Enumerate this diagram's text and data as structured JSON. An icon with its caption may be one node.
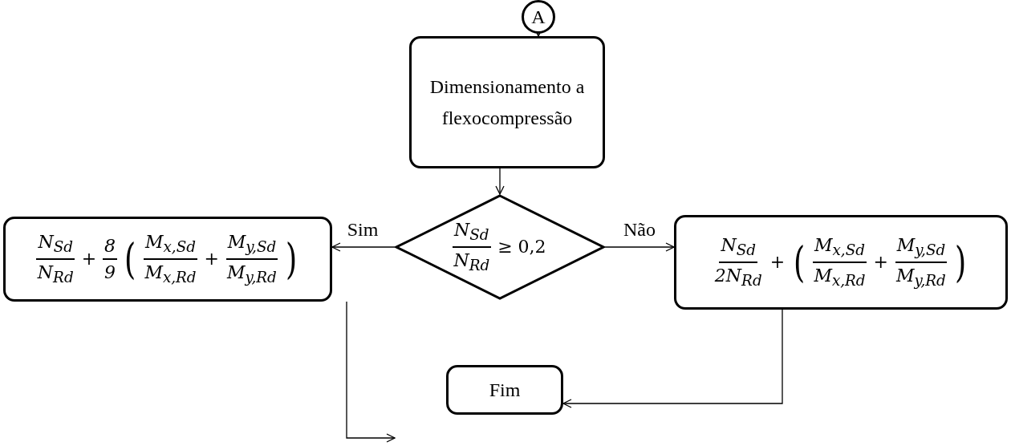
{
  "diagram": {
    "nodes": [
      {
        "text": [
          "A"
        ]
      },
      {
        "text": [
          "Dimensionamento a flexocompressão"
        ]
      },
      {
        "text": [
          "N$_{Sd}$ N$_{Rd}$",
          "≥ 0,2"
        ]
      },
      {
        "text": [
          "N$_{Sd}$ N$_{Rd}$",
          "+",
          "8 9",
          "(",
          "M$_{x,Sd}$ M$_{x,Rd}$",
          "+",
          "M$_{y,Sd}$ M$_{y,Rd}$",
          ")"
        ]
      },
      {
        "text": [
          "N$_{Sd}$ 2N$_{Rd}$",
          "+",
          "(",
          "M$_{x,Sd}$ M$_{x,Rd}$",
          "+",
          "M$_{y,Sd}$ M$_{y,Rd}$",
          ")"
        ]
      },
      {
        "text": [
          "Fim"
        ]
      }
    ],
    "edges": [
      {
        "from": 0,
        "to": 1,
        "arrow": "to"
      },
      {
        "from": 1,
        "to": 2,
        "arrow": "to"
      },
      {
        "from": 2,
        "to": 3,
        "arrow": "to",
        "label": "Sim"
      },
      {
        "from": 2,
        "to": 4,
        "arrow": "to",
        "label": "Não"
      },
      {
        "from": 3,
        "to": 5,
        "arrow": "to"
      },
      {
        "from": 4,
        "to": 5,
        "arrow": "to"
      }
    ]
  }
}
